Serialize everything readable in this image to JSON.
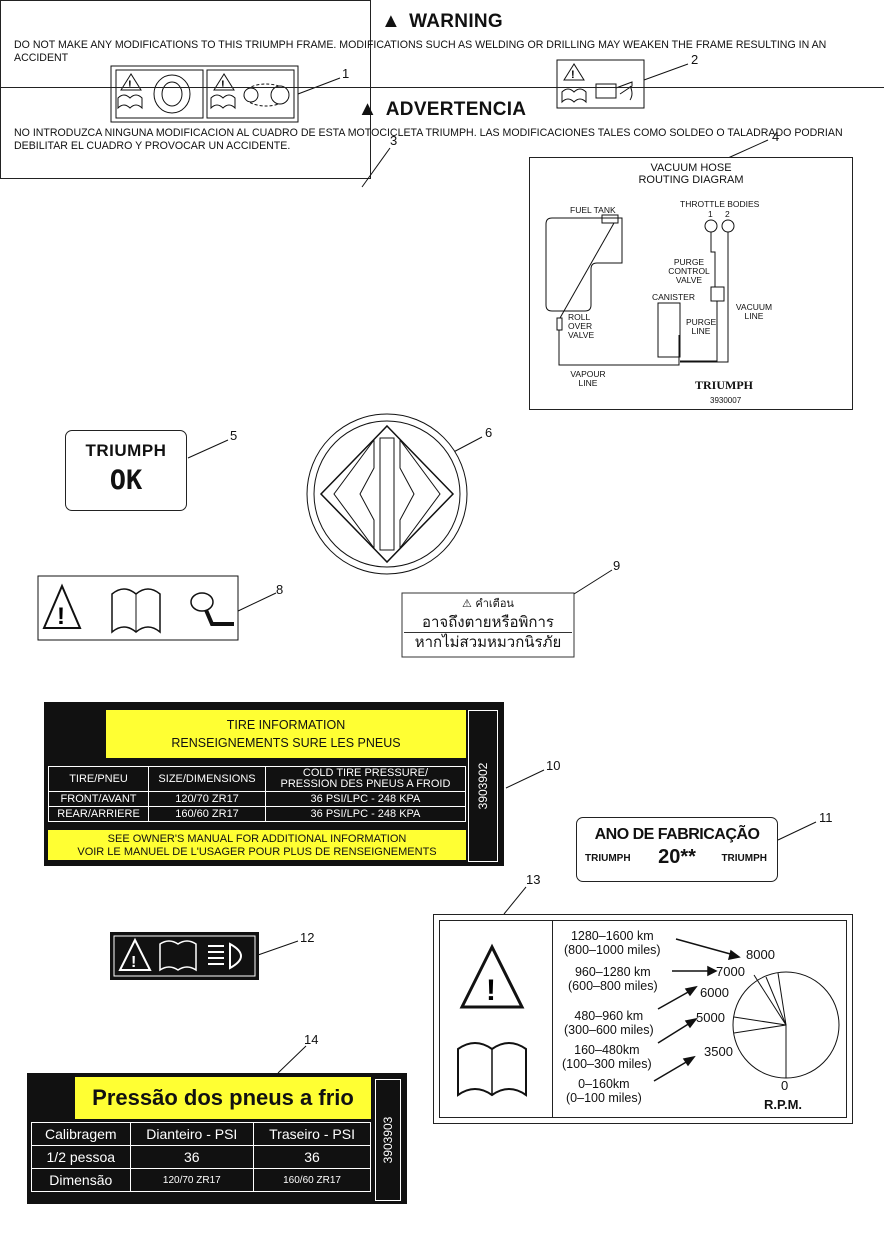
{
  "callouts": [
    "1",
    "2",
    "3",
    "4",
    "5",
    "6",
    "8",
    "9",
    "10",
    "11",
    "12",
    "13",
    "14"
  ],
  "label3": {
    "warning_title": "WARNING",
    "warning_text": "DO  NOT MAKE ANY MODIFICATIONS TO THIS TRIUMPH FRAME.  MODIFICATIONS SUCH AS WELDING OR DRILLING MAY WEAKEN THE FRAME RESULTING IN AN ACCIDENT",
    "advert_title": "ADVERTENCIA",
    "advert_text": "NO INTRODUZCA NINGUNA MODIFICACION AL CUADRO DE ESTA MOTOCICLETA TRIUMPH.  LAS MODIFICACIONES TALES COMO SOLDEO O TALADRADO PODRIAN DEBILITAR EL CUADRO Y PROVOCAR UN ACCIDENTE."
  },
  "label4": {
    "title_line1": "VACUUM HOSE",
    "title_line2": "ROUTING DIAGRAM",
    "fuel_tank": "FUEL TANK",
    "throttle_bodies": "THROTTLE BODIES",
    "tb1": "1",
    "tb2": "2",
    "purge_control_valve": "PURGE CONTROL VALVE",
    "canister": "CANISTER",
    "roll_over_valve": "ROLL OVER VALVE",
    "purge_line": "PURGE LINE",
    "vacuum_line": "VACUUM LINE",
    "vapour_line": "VAPOUR LINE",
    "brand": "TRIUMPH",
    "code": "3930007"
  },
  "label5": {
    "brand": "TRIUMPH",
    "text": "OK"
  },
  "label9": {
    "title": "คำเตือน",
    "line1": "อาจถึงตายหรือพิการ",
    "line2": "หากไม่สวมหมวกนิรภัย"
  },
  "label10": {
    "head_line1": "TIRE INFORMATION",
    "head_line2": "RENSEIGNEMENTS SURE LES PNEUS",
    "columns": [
      "TIRE/PNEU",
      "SIZE/DIMENSIONS",
      "COLD TIRE PRESSURE/\nPRESSION DES PNEUS A FROID"
    ],
    "rows": [
      [
        "FRONT/AVANT",
        "120/70 ZR17",
        "36 PSI/LPC - 248 KPA"
      ],
      [
        "REAR/ARRIERE",
        "160/60 ZR17",
        "36 PSI/LPC - 248 KPA"
      ]
    ],
    "foot_line1": "SEE OWNER'S MANUAL FOR ADDITIONAL INFORMATION",
    "foot_line2": "VOIR LE MANUEL DE L'USAGER POUR PLUS DE RENSEIGNEMENTS",
    "code": "3903902",
    "accent": "#ffff33"
  },
  "label11": {
    "title": "ANO DE FABRICAÇÃO",
    "brand_left": "TRIUMPH",
    "year": "20**",
    "brand_right": "TRIUMPH"
  },
  "label13": {
    "ranges": [
      {
        "km": "1280–1600 km",
        "miles": "(800–1000 miles)",
        "rpm": "8000"
      },
      {
        "km": "960–1280 km",
        "miles": "(600–800 miles)",
        "rpm": "7000"
      },
      {
        "km": "480–960 km",
        "miles": "(300–600 miles)",
        "rpm": "6000"
      },
      {
        "km": "160–480km",
        "miles": "(100–300 miles)",
        "rpm": "5000"
      },
      {
        "km": "0–160km",
        "miles": "(0–100 miles)",
        "rpm": "3500"
      }
    ],
    "zero": "0",
    "rpm_label": "R.P.M."
  },
  "label14": {
    "title": "Pressão dos pneus a frio",
    "header": [
      "Calibragem",
      "Dianteiro - PSI",
      "Traseiro - PSI"
    ],
    "row1": [
      "1/2 pessoa",
      "36",
      "36"
    ],
    "row2": [
      "Dimensão",
      "120/70 ZR17",
      "160/60 ZR17"
    ],
    "code": "3903903"
  }
}
